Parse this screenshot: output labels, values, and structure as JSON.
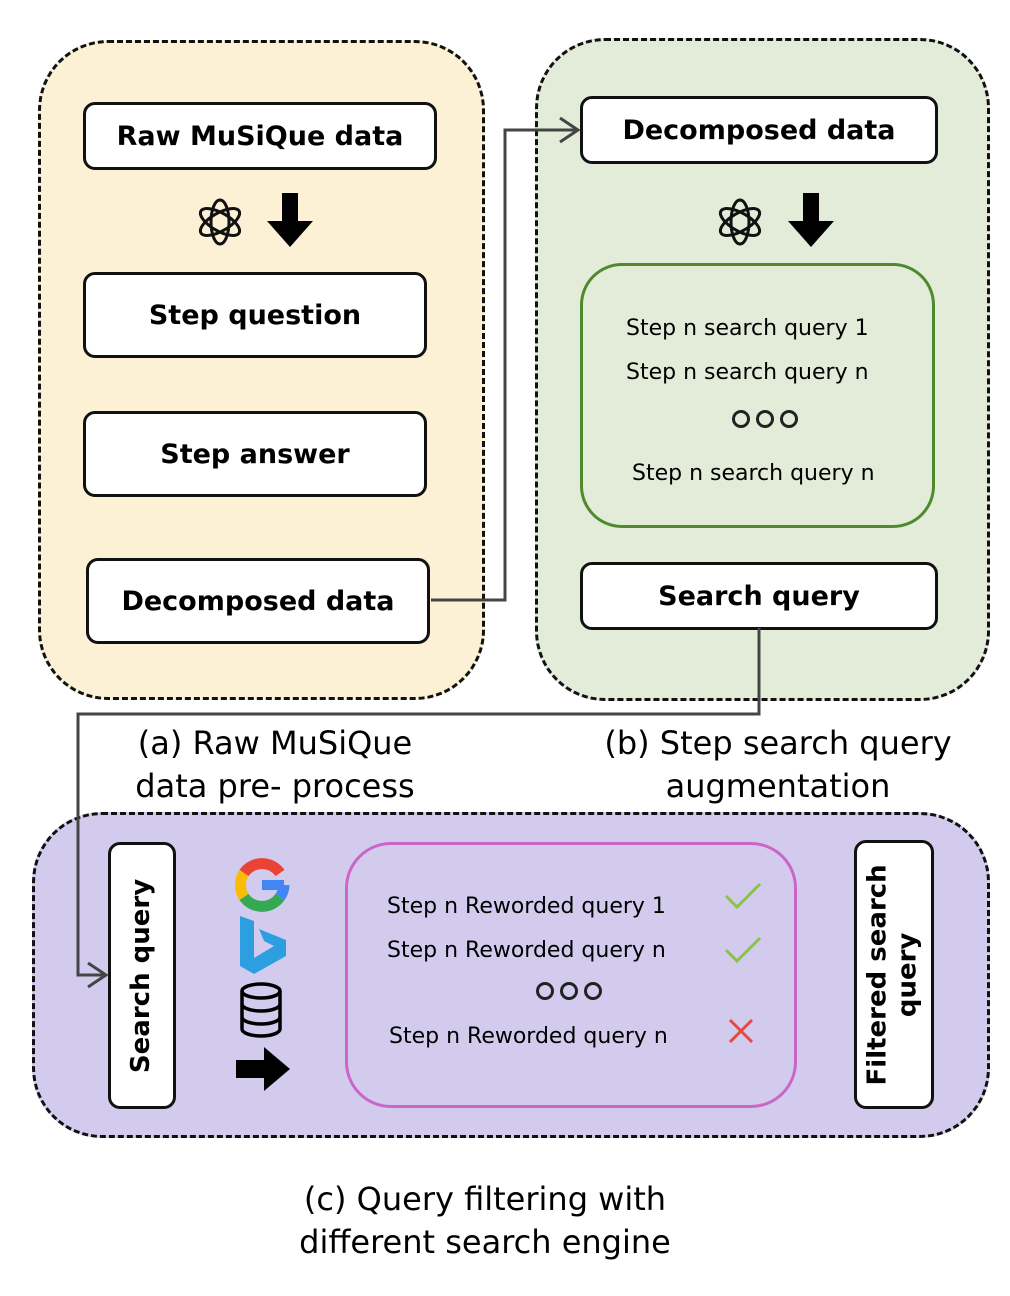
{
  "panel_a": {
    "raw_box": "Raw MuSiQue data",
    "step_question": "Step question",
    "step_answer": "Step answer",
    "decomposed_box": "Decomposed data",
    "caption_line1": "(a) Raw MuSiQue",
    "caption_line2": "data pre- process"
  },
  "panel_b": {
    "decomposed_box": "Decomposed data",
    "queries": [
      "Step n search query 1",
      "Step n search query n",
      "Step n search query n"
    ],
    "search_box": "Search query",
    "caption_line1": "(b) Step search query",
    "caption_line2": "augmentation"
  },
  "panel_c": {
    "search_box": "Search query",
    "reworded": [
      "Step n Reworded query 1",
      "Step n Reworded query n",
      "Step n Reworded query n"
    ],
    "filtered_line1": "Filtered search",
    "filtered_line2": "query",
    "caption_line1": "(c) Query filtering with",
    "caption_line2": "different search engine"
  },
  "icons": {
    "llm": "openai-logo-icon",
    "down_arrow": "down-arrow-icon",
    "google": "google-logo-icon",
    "bing": "bing-logo-icon",
    "database": "database-icon",
    "right_arrow": "right-arrow-icon",
    "check": "check-icon",
    "cross": "cross-icon"
  },
  "colors": {
    "panel_a_bg": "#fcf1d4",
    "panel_b_bg": "#e3ecd9",
    "panel_c_bg": "#d2cbee",
    "panel_b_inner_border": "#4f8a2c",
    "panel_c_inner_border": "#cc66c6",
    "check": "#8bc34a",
    "cross": "#e64a3c",
    "connector": "#444444"
  }
}
